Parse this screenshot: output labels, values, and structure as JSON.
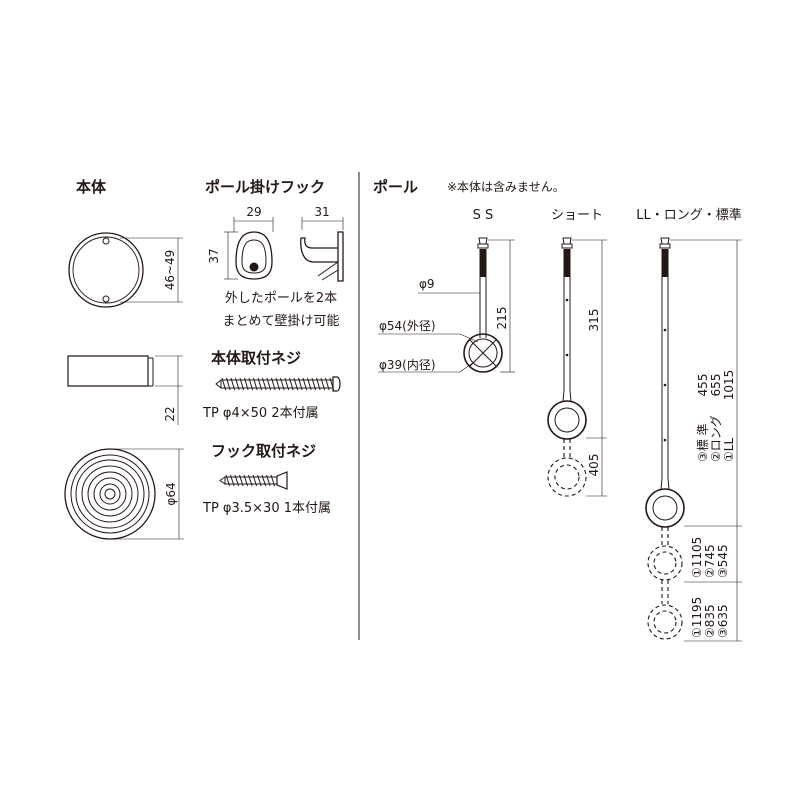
{
  "sections": {
    "body_title": "本体",
    "hook_title": "ポール掛けフック",
    "pole_title": "ポール",
    "pole_note": "※本体は含みません。",
    "body_screw_title": "本体取付ネジ",
    "hook_screw_title": "フック取付ネジ"
  },
  "body": {
    "diameter_range": "46~49",
    "height": "22",
    "base_diameter": "φ64"
  },
  "hook": {
    "width_front": "29",
    "width_side": "31",
    "height": "37",
    "caption_line1": "外したポールを2本",
    "caption_line2": "まとめて壁掛け可能"
  },
  "screws": {
    "body_screw_spec": "TP φ4×50  2本付属",
    "hook_screw_spec": "TP φ3.5×30  1本付属"
  },
  "poles": {
    "ss_label": "S S",
    "short_label": "ショート",
    "long_label": "LL・ロング・標準",
    "shaft_diameter": "φ9",
    "ring_outer": "φ54(外径)",
    "ring_inner": "φ39(内径)",
    "ss_length": "215",
    "short_length": "315",
    "short_extended": "405",
    "long_v1": "1015",
    "long_v2": "655",
    "long_v3": "455",
    "long_n1": "①LL",
    "long_n2": "②ロング",
    "long_n3": "③標  準",
    "ext1_a": "①1105",
    "ext1_b": "②745",
    "ext1_c": "③545",
    "ext2_a": "①1195",
    "ext2_b": "②835",
    "ext2_c": "③635"
  }
}
